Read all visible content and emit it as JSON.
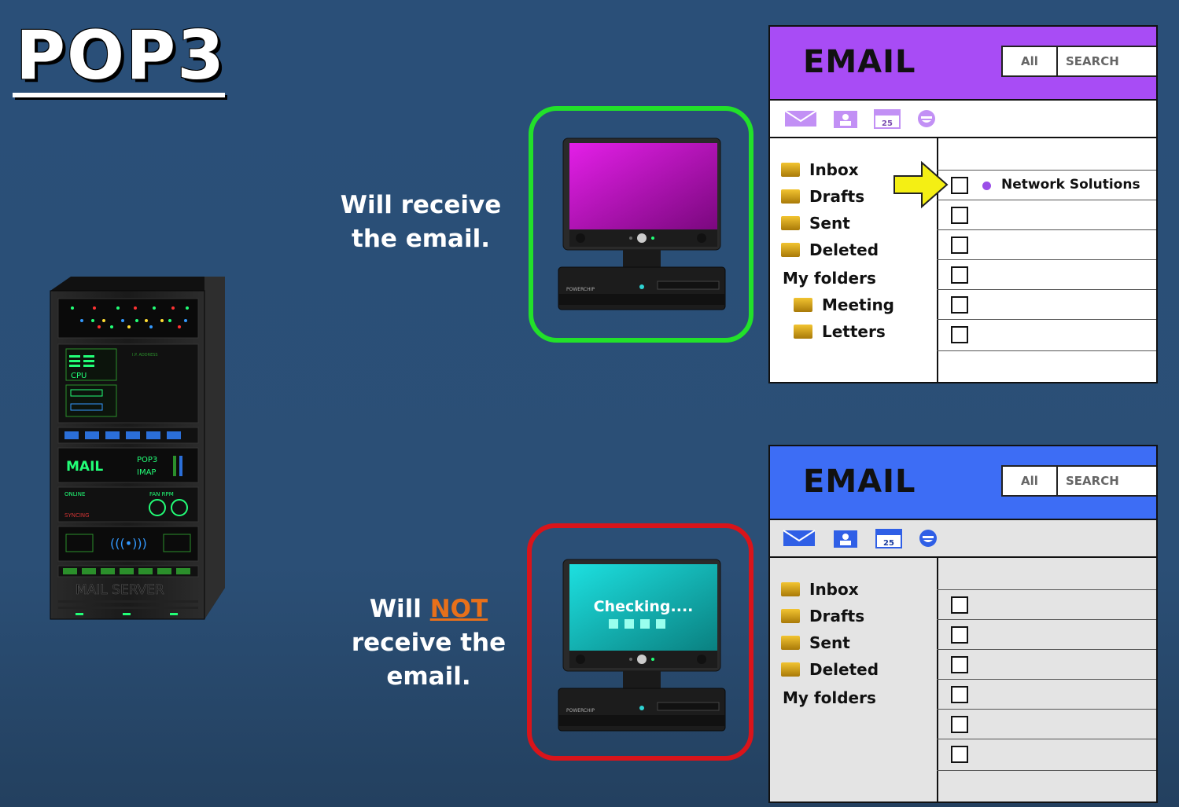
{
  "title": "POP3",
  "captions": {
    "top": "Will receive the email.",
    "bottom_prefix": "Will ",
    "bottom_emphasis": "NOT",
    "bottom_suffix": " receive the email."
  },
  "server": {
    "label": "MAIL SERVER",
    "cpu_label": "CPU",
    "mail_label": "MAIL",
    "pop3_label": "POP3",
    "imap_label": "IMAP",
    "online_label": "ONLINE",
    "fan_label": "FAN RPM",
    "syncing_label": "SYNCING",
    "ip_label": "I.P. ADDRESS"
  },
  "computers": {
    "top": {
      "screen_color": "#b010b8",
      "frame_color": "#22e12a",
      "brand": "POWERCHIP"
    },
    "bottom": {
      "screen_text": "Checking....",
      "screen_color": "#18b8b8",
      "frame_color": "#d9141a",
      "brand": "POWERCHIP"
    }
  },
  "panels": {
    "top": {
      "title": "EMAIL",
      "header_color": "#a84cf5",
      "search_all": "All",
      "search_label": "SEARCH",
      "calendar_day": "25",
      "folders": [
        "Inbox",
        "Drafts",
        "Sent",
        "Deleted"
      ],
      "my_folders": "My folders",
      "subfolders": [
        "Meeting",
        "Letters"
      ],
      "message_sender": "Network Solutions",
      "accent_color": "#b06ff0"
    },
    "bottom": {
      "title": "EMAIL",
      "header_color": "#3d6df5",
      "search_all": "All",
      "search_label": "SEARCH",
      "calendar_day": "25",
      "folders": [
        "Inbox",
        "Drafts",
        "Sent",
        "Deleted"
      ],
      "my_folders": "My folders",
      "accent_color": "#2f5fe6"
    }
  },
  "icons": {
    "arrow": "yellow-arrow-icon",
    "mail": "envelope-icon",
    "contacts": "contact-card-icon",
    "calendar": "calendar-icon",
    "emoji": "smiley-icon",
    "folder": "folder-icon"
  }
}
